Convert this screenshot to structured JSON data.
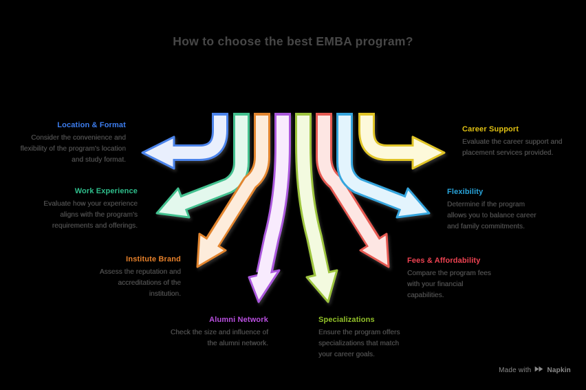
{
  "title": "How to choose the best EMBA program?",
  "sections": [
    {
      "id": "location-format",
      "label": "Location & Format",
      "desc_lines": [
        "Consider the convenience and",
        "flexibility of the program's location",
        "and study format."
      ],
      "color": "#3d7ef0",
      "arrow": {
        "stroke": "#4b83ea",
        "fill": "#e9effd"
      }
    },
    {
      "id": "work-experience",
      "label": "Work Experience",
      "desc_lines": [
        "Evaluate how your experience",
        "aligns with the program's",
        "requirements and offerings."
      ],
      "color": "#2fbe8c",
      "arrow": {
        "stroke": "#43c08f",
        "fill": "#e3f8ed"
      }
    },
    {
      "id": "institute-brand",
      "label": "Institute Brand",
      "desc_lines": [
        "Assess the reputation and",
        "accreditations of the",
        "institution."
      ],
      "color": "#e6802a",
      "arrow": {
        "stroke": "#e2852f",
        "fill": "#fdecdb"
      }
    },
    {
      "id": "alumni-network",
      "label": "Alumni Network",
      "desc_lines": [
        "Check the size and influence of",
        "the alumni network."
      ],
      "color": "#b94fe0",
      "arrow": {
        "stroke": "#aa58dc",
        "fill": "#f8ebfd"
      }
    },
    {
      "id": "specializations",
      "label": "Specializations",
      "desc_lines": [
        "Ensure the program offers",
        "specializations that match",
        "your career goals."
      ],
      "color": "#93c229",
      "arrow": {
        "stroke": "#9dc43e",
        "fill": "#f3fadf"
      }
    },
    {
      "id": "career-support",
      "label": "Career Support",
      "desc_lines": [
        "Evaluate the career support and",
        "placement services provided."
      ],
      "color": "#e0c112",
      "arrow": {
        "stroke": "#e0c426",
        "fill": "#fdf9da"
      }
    },
    {
      "id": "flexibility",
      "label": "Flexibility",
      "desc_lines": [
        "Determine if the program",
        "allows you to balance career",
        "and family commitments."
      ],
      "color": "#29a5dc",
      "arrow": {
        "stroke": "#36a5dd",
        "fill": "#e3f4fd"
      }
    },
    {
      "id": "fees-affordability",
      "label": "Fees & Affordability",
      "desc_lines": [
        "Compare the program fees",
        "with your financial",
        "capabilities."
      ],
      "color": "#ef4352",
      "arrow": {
        "stroke": "#e55a52",
        "fill": "#fde6e3"
      }
    }
  ],
  "footer": {
    "made_with": "Made with",
    "brand": "Napkin",
    "icon": "napkin-logo-icon"
  }
}
